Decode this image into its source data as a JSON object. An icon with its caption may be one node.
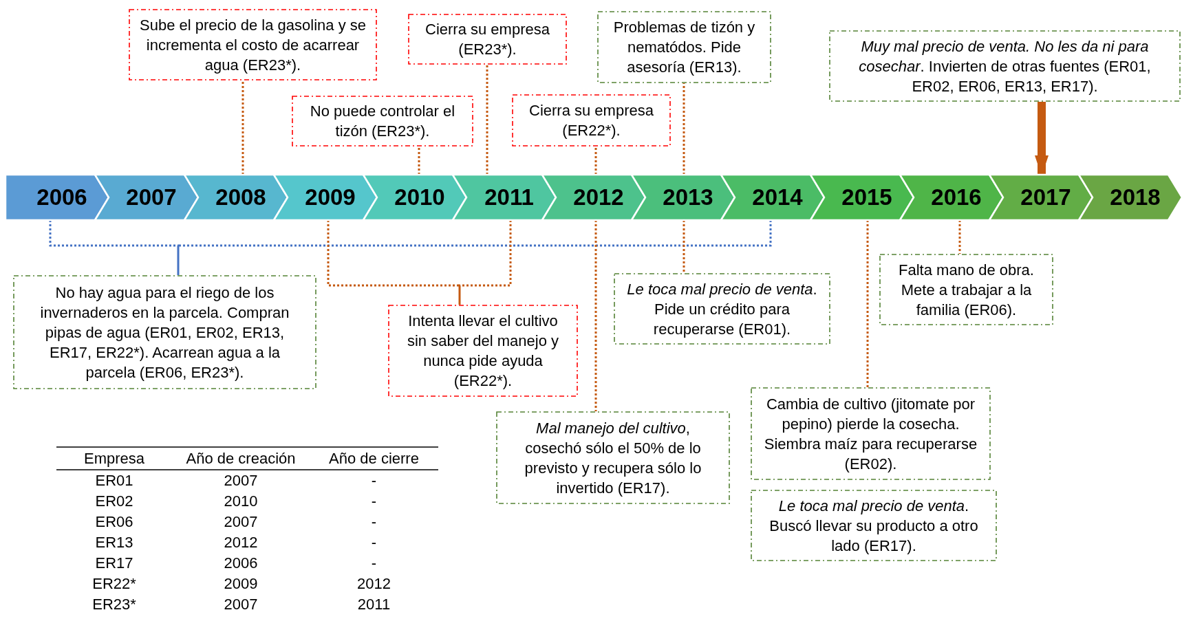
{
  "diagram": {
    "nodes": [
      {
        "text": [
          "2006"
        ]
      },
      {
        "text": [
          "2007"
        ]
      },
      {
        "text": [
          "2008"
        ]
      },
      {
        "text": [
          "2009"
        ]
      },
      {
        "text": [
          "2010"
        ]
      },
      {
        "text": [
          "2011"
        ]
      },
      {
        "text": [
          "2012"
        ]
      },
      {
        "text": [
          "2013"
        ]
      },
      {
        "text": [
          "2014"
        ]
      },
      {
        "text": [
          "2015"
        ]
      },
      {
        "text": [
          "2016"
        ]
      },
      {
        "text": [
          "2017"
        ]
      },
      {
        "text": [
          "2018"
        ]
      },
      {
        "text": [
          "Sube el precio de la gasolina y se incrementa el costo de acarrear agua (ER23*)."
        ]
      },
      {
        "text": [
          "Cierra su empresa (ER23*)."
        ]
      },
      {
        "text": [
          "Problemas de tizón y nematódos. Pide asesoría (ER13)."
        ]
      },
      {
        "text": [
          "*Muy mal precio de venta. No les da ni para cosechar*. Invierten de otras fuentes (ER01, ER02, ER06, ER13, ER17)."
        ]
      },
      {
        "text": [
          "No puede controlar el tizón (ER23*)."
        ]
      },
      {
        "text": [
          "Cierra su empresa (ER22*)."
        ]
      },
      {
        "text": [
          "No hay agua para el riego de los invernaderos en la parcela. Compran pipas de agua (ER01, ER02, ER13, ER17, ER22*). Acarrean agua a la parcela (ER06, ER23*)."
        ]
      },
      {
        "text": [
          "Intenta llevar el cultivo sin saber del manejo y nunca pide ayuda (ER22*)."
        ]
      },
      {
        "text": [
          "*Mal manejo del cultivo*, cosechó sólo el 50% de lo previsto y recupera sólo lo invertido (ER17)."
        ]
      },
      {
        "text": [
          "*Le toca mal precio de venta*. Pide un crédito para recuperarse (ER01)."
        ]
      },
      {
        "text": [
          "Falta mano de obra. Mete a trabajar a la familia (ER06)."
        ]
      },
      {
        "text": [
          "Cambia de cultivo (jitomate por pepino) pierde la cosecha. Siembra maíz para recuperarse (ER02)."
        ]
      },
      {
        "text": [
          "*Le toca mal precio de venta*. Buscó llevar su producto a otro lado (ER17)."
        ]
      }
    ],
    "edges": [
      {
        "from": 2,
        "to": 13,
        "arrow": "none",
        "style": "dashed"
      },
      {
        "from": 5,
        "to": 14,
        "arrow": "none",
        "style": "dashed"
      },
      {
        "from": 7,
        "to": 15,
        "arrow": "none",
        "style": "dashed"
      },
      {
        "from": 16,
        "to": 11,
        "arrow": "to",
        "style": "thick"
      },
      {
        "from": 4,
        "to": 17,
        "arrow": "none",
        "style": "dashed"
      },
      {
        "from": 6,
        "to": 18,
        "arrow": "none",
        "style": "dashed"
      },
      {
        "from": 0,
        "to": 19,
        "arrow": "none",
        "style": "dashed",
        "color": "#4472c4"
      },
      {
        "from": 8,
        "to": 19,
        "arrow": "none",
        "style": "dashed",
        "color": "#4472c4"
      },
      {
        "from": 3,
        "to": 20,
        "arrow": "none",
        "style": "dashed"
      },
      {
        "from": 5,
        "to": 20,
        "arrow": "none",
        "style": "dashed"
      },
      {
        "from": 6,
        "to": 21,
        "arrow": "none",
        "style": "dashed"
      },
      {
        "from": 7,
        "to": 22,
        "arrow": "none",
        "style": "dashed"
      },
      {
        "from": 10,
        "to": 23,
        "arrow": "none",
        "style": "dashed"
      },
      {
        "from": 9,
        "to": 24,
        "arrow": "none",
        "style": "dashed"
      }
    ],
    "labels": [
      "Empresa",
      "Año de creación",
      "Año de cierre",
      "ER01",
      "2007",
      "-",
      "ER02",
      "2010",
      "-",
      "ER06",
      "2007",
      "-",
      "ER13",
      "2012",
      "-",
      "ER17",
      "2006",
      "-",
      "ER22*",
      "2009",
      "2012",
      "ER23*",
      "2007",
      "2011"
    ]
  }
}
